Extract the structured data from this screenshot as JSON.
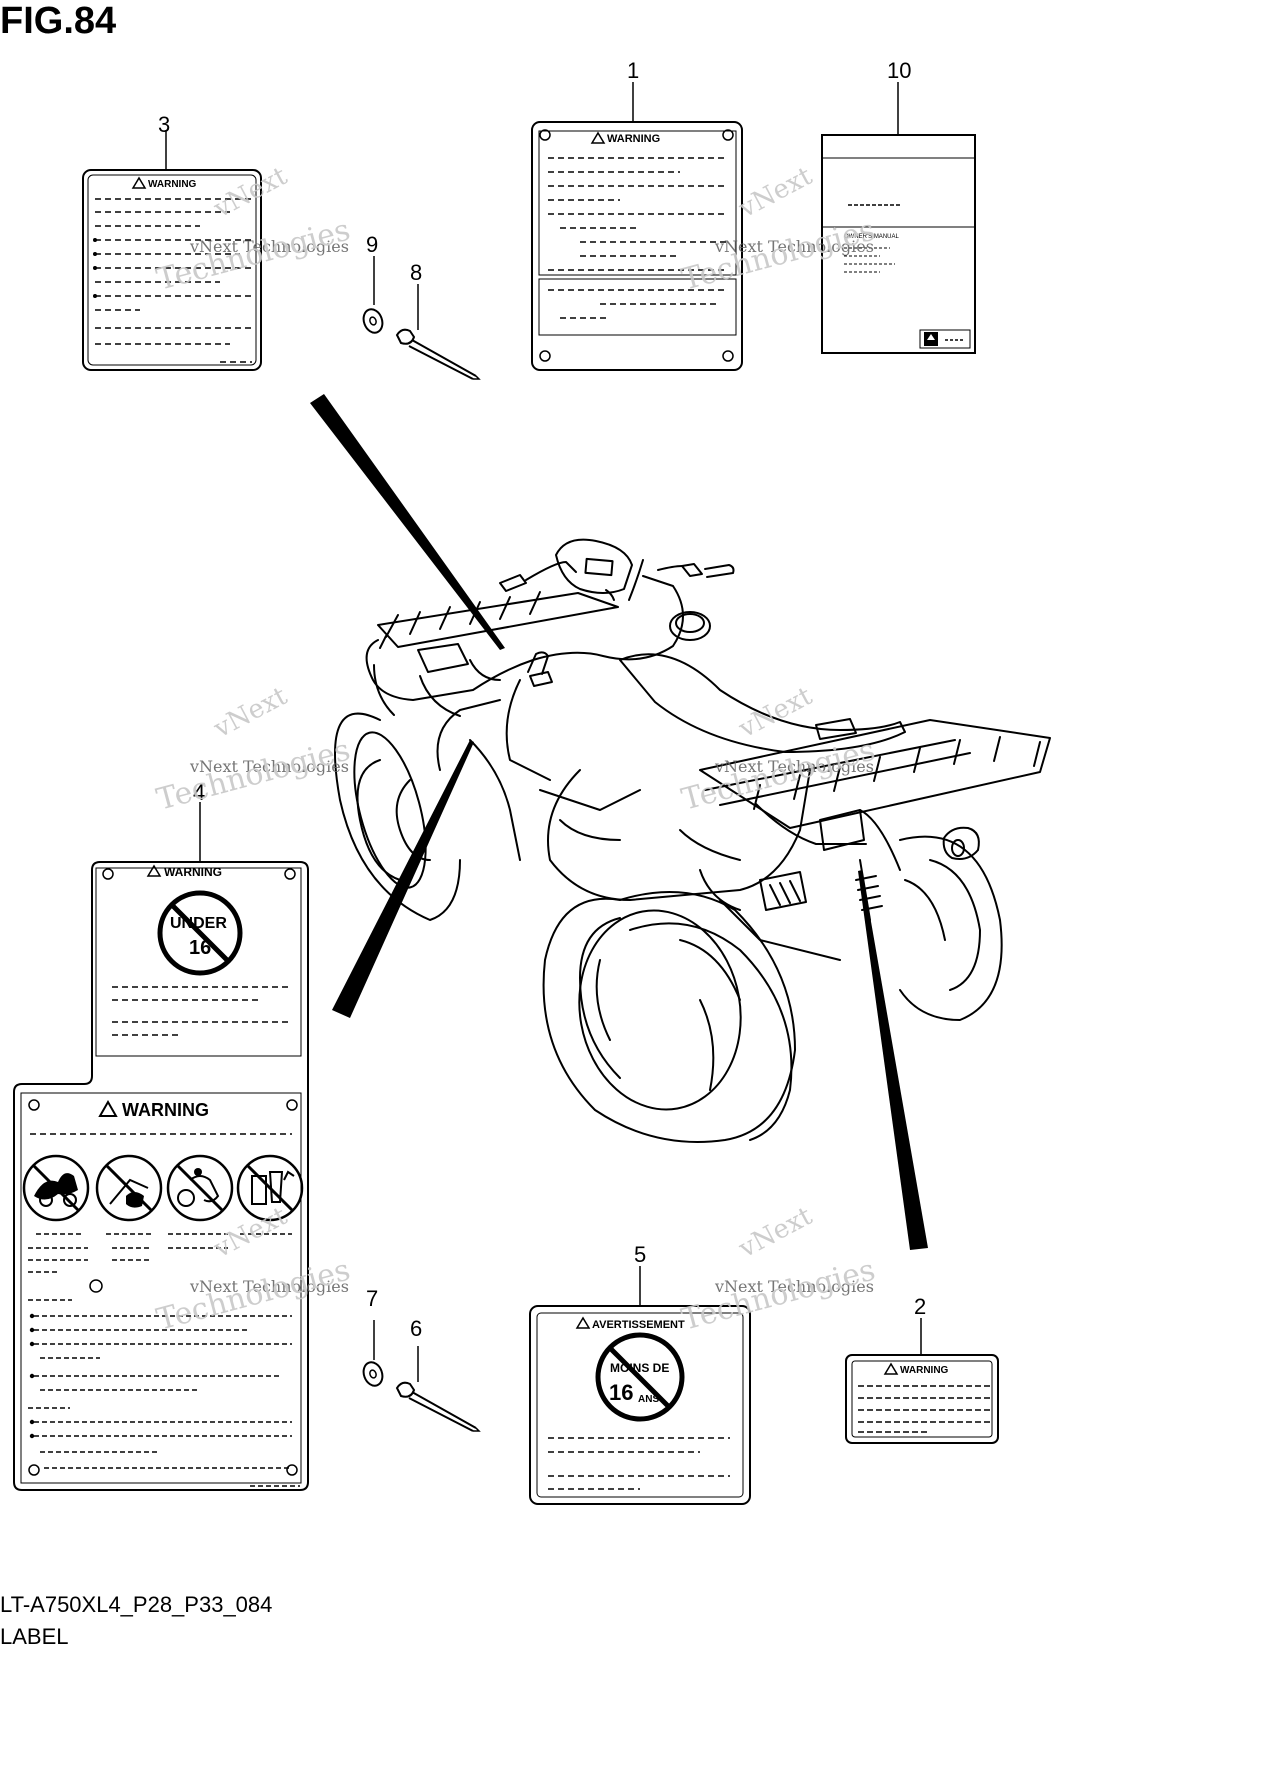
{
  "figure": {
    "title": "FIG.84",
    "code": "LT-A750XL4_P28_P33_084",
    "caption": "LABEL"
  },
  "labels": {
    "warning": "WARNING",
    "avertissement": "AVERTISSEMENT",
    "under": "UNDER",
    "under_age": "16",
    "moins_de": "MOINS DE",
    "moins_age": "16",
    "ans": "ANS",
    "owners_manual": "OWNER'S MANUAL"
  },
  "callouts": [
    "1",
    "2",
    "3",
    "4",
    "5",
    "6",
    "7",
    "8",
    "9",
    "10"
  ],
  "watermark": {
    "line1": "vNext Technologies",
    "line2": "vNext",
    "line3": "Technologies"
  }
}
